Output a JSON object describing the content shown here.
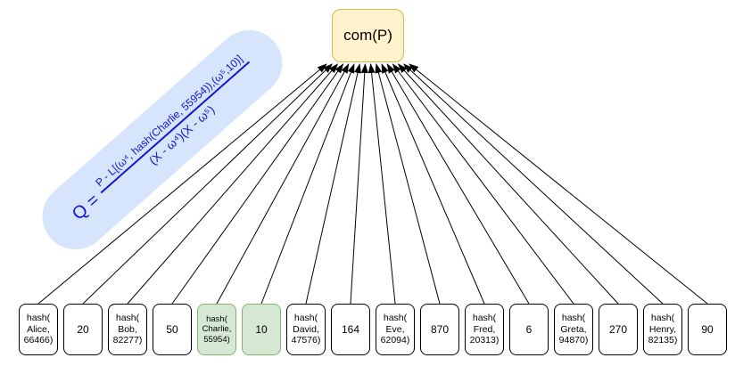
{
  "diagram": {
    "commitment_node": {
      "label": "com(P)"
    },
    "quotient_formula": {
      "prefix": "Q =",
      "numerator": "P - L[(ω⁴, hash(Charlie, 55954)),(ω⁵,10)]",
      "denominator": "(X - ω⁴)(X - ω⁵)"
    },
    "leaves": [
      {
        "label": "hash(\nAlice,\n66466)",
        "highlight": false
      },
      {
        "label": "20",
        "highlight": false
      },
      {
        "label": "hash(\nBob,\n82277)",
        "highlight": false
      },
      {
        "label": "50",
        "highlight": false
      },
      {
        "label": "hash(\nCharlie,\n55954)",
        "highlight": true
      },
      {
        "label": "10",
        "highlight": true
      },
      {
        "label": "hash(\nDavid,\n47576)",
        "highlight": false
      },
      {
        "label": "164",
        "highlight": false
      },
      {
        "label": "hash(\nEve,\n62094)",
        "highlight": false
      },
      {
        "label": "870",
        "highlight": false
      },
      {
        "label": "hash(\nFred,\n20313)",
        "highlight": false
      },
      {
        "label": "6",
        "highlight": false
      },
      {
        "label": "hash(\nGreta,\n94870)",
        "highlight": false
      },
      {
        "label": "270",
        "highlight": false
      },
      {
        "label": "hash(\nHenry,\n82135)",
        "highlight": false
      },
      {
        "label": "90",
        "highlight": false
      }
    ],
    "colors": {
      "node_fill": "#fff2cc",
      "node_stroke": "#d6b656",
      "highlight_fill": "#d5e8d4",
      "highlight_stroke": "#82b366",
      "leaf_fill": "#ffffff",
      "leaf_stroke": "#000000",
      "formula_bg": "#d7e5fc",
      "formula_text": "#1414cf",
      "arrow_color": "#000000"
    }
  }
}
